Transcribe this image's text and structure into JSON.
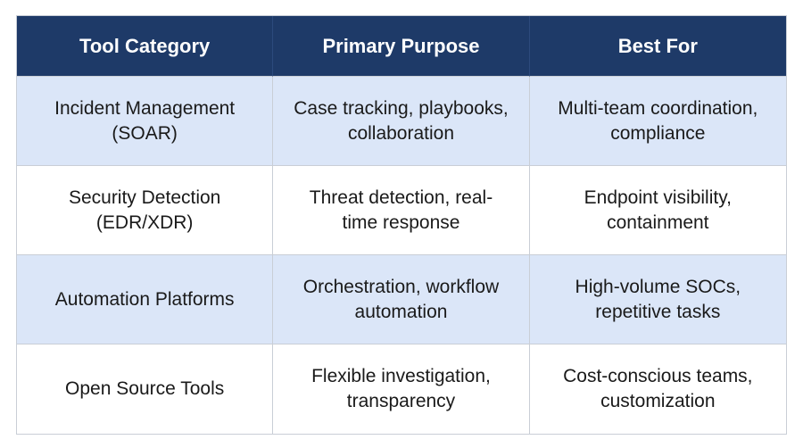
{
  "table": {
    "headers": [
      "Tool Category",
      "Primary Purpose",
      "Best For"
    ],
    "rows": [
      {
        "category": [
          "Incident Management",
          "(SOAR)"
        ],
        "purpose": [
          "Case tracking, playbooks,",
          "collaboration"
        ],
        "best_for": [
          "Multi-team coordination,",
          "compliance"
        ]
      },
      {
        "category": [
          "Security Detection",
          "(EDR/XDR)"
        ],
        "purpose": [
          "Threat detection, real-",
          "time response"
        ],
        "best_for": [
          "Endpoint visibility,",
          "containment"
        ]
      },
      {
        "category": [
          "Automation Platforms"
        ],
        "purpose": [
          "Orchestration, workflow",
          "automation"
        ],
        "best_for": [
          "High-volume SOCs,",
          "repetitive tasks"
        ]
      },
      {
        "category": [
          "Open Source Tools"
        ],
        "purpose": [
          "Flexible investigation,",
          "transparency"
        ],
        "best_for": [
          "Cost-conscious teams,",
          "customization"
        ]
      }
    ]
  },
  "colors": {
    "header_bg": "#1e3a68",
    "header_text": "#ffffff",
    "shaded_row_bg": "#dbe6f8",
    "plain_row_bg": "#ffffff",
    "border": "#c9ced6"
  }
}
